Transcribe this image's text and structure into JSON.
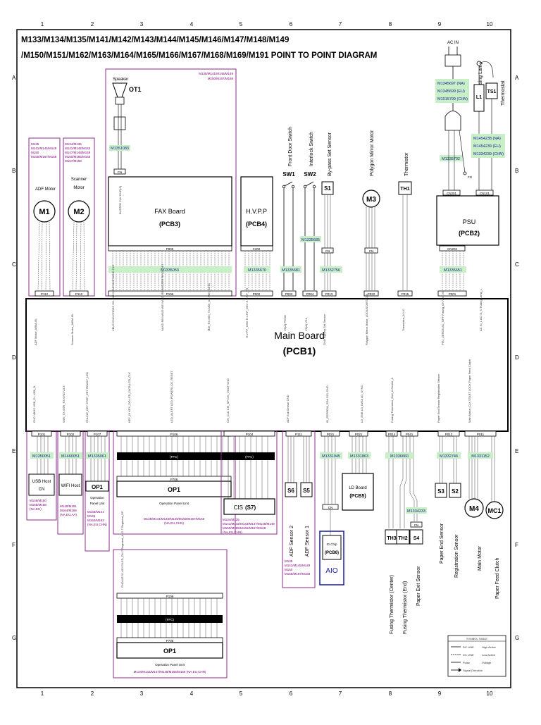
{
  "title": {
    "line1": "M133/M134/M135/M141/M142/M143/M144/M145/M146/M147/M148/M149",
    "line2": "/M150/M151/M162/M163/M164/M165/M166/M167/M168/M169/M191 POINT TO POINT DIAGRAM"
  },
  "grid": {
    "cols": [
      "1",
      "2",
      "3",
      "4",
      "5",
      "6",
      "7",
      "8",
      "9",
      "10"
    ],
    "rows": [
      "A",
      "B",
      "C",
      "D",
      "E",
      "F",
      "G"
    ]
  },
  "colors": {
    "border": "#000000",
    "model_box": "#8b2d8b",
    "part_highlight": "#c8f0c8",
    "aio_box": "#1a1aa8"
  },
  "top": {
    "speaker": {
      "label": "Speaker",
      "ref": "OT1",
      "part": "M1351083",
      "cn": "CN"
    },
    "fax_models": "M135/M141/M145/M149\nM150/M167/M168",
    "fax_board": {
      "title": "FAX Board",
      "ref": "(PCB3)",
      "conn_top": "P805",
      "conn_bot": "P106",
      "part": "M1335053"
    },
    "adf_models": "M135\nM141/M145/M149\nM150\nM155/M167/M168",
    "adf_motor": {
      "label": "ADF Motor",
      "ref": "M1",
      "conn": "P112"
    },
    "scanner_models": "M134/M135\nM141/M142/M143\nM147/M148/M149\nM150/M165/M166\nM167/M168",
    "scanner_motor": {
      "label1": "Scanner",
      "label2": "Motor",
      "ref": "M2",
      "conn": "P110"
    },
    "hvpp": {
      "title": "H.V.P.P",
      "ref": "(PCB4)",
      "conn_top": "C202",
      "conn_bot": "P002",
      "part": "M1335670"
    },
    "sw1": {
      "label": "Front Door Switch",
      "ref": "SW1",
      "conn": "P003",
      "part": "M1335681"
    },
    "sw2": {
      "label": "Interlock Switch",
      "ref": "SW2",
      "conn": "P004",
      "part": "M1335685"
    },
    "s1": {
      "label": "By-pass Set Sensor",
      "ref": "S1",
      "conn": "P013",
      "part": "M1332756",
      "cn": "CN"
    },
    "m3": {
      "label": "Polygon Mirror Motor",
      "ref": "M3",
      "conn": "P022",
      "cn": "CN"
    },
    "th1": {
      "label": "Thermistor",
      "ref": "TH1",
      "conn": "P015"
    },
    "acin": {
      "label": "AC IN",
      "parts": [
        "M1345697 (NA)",
        "M1345699 (EU)",
        "M1015799 (CHN)"
      ],
      "part2": "M1335702",
      "fg": "FG"
    },
    "lamp": {
      "label": "Fusing Lamp",
      "ref": "L1",
      "parts": [
        "M1454238 (NA)",
        "M1454239 (EU)",
        "M1334239 (CHN)"
      ]
    },
    "thermostat": {
      "label": "Thermostat",
      "ref": "TS1"
    },
    "psu": {
      "title": "PSU",
      "ref": "(PCB2)",
      "cn_top1": "CN201",
      "cn_top2": "CN101",
      "cn_bot": "CN202",
      "conn": "P001",
      "part": "M1335651"
    }
  },
  "main_board": {
    "title": "Main Board",
    "ref": "(PCB1)"
  },
  "bottom": {
    "usb": {
      "conn": "P101",
      "part": "M1350051",
      "label1": "USB Host",
      "label2": "CN",
      "models": "M148/M150\nM165/M168\n(NA,EU)"
    },
    "wifi": {
      "conn": "P102",
      "part": "M1460051",
      "label": "WIFI Host",
      "models": "M140/M151\nM164/M169\n(NA,EU,AA)"
    },
    "op1_small": {
      "conn": "P107",
      "part": "M1335061",
      "ref": "OP1",
      "label1": "Operation",
      "label2": "Panel Unit",
      "models": "M133/M144\nM145\nM162/M163\n(NA,EU,CHN)"
    },
    "op_panel": {
      "conn": "P106",
      "ffc": "(FFC)",
      "conn2": "P706",
      "ref": "OP1",
      "label": "Operation Panel Unit",
      "models": "M135/M141/M145/M149/M150/M167/M168\n(NA,EU,CHN)"
    },
    "cis": {
      "conn": "P104",
      "ffc": "(FFC)",
      "label": "CIS",
      "ref": "(S7)",
      "models": "M134/M135\nM141/M142/M143/M147/M148/M149\nM150/M165/M166/M167/M168\n(NA,EU,CHN)"
    },
    "adf_sensors": {
      "conn": "P111",
      "s6": "S6",
      "s5": "S5",
      "label6": "ADF Sensor 2",
      "label5": "ADF Sensor 1",
      "models": "M135\nM141/M145/M149\nM150\nM155/M167/M168"
    },
    "id_chip": {
      "conn": "P031",
      "part": "M1331045",
      "cn": "CN",
      "label": "ID Chip",
      "ref": "(PCB6)",
      "aio": "AIO"
    },
    "ld_board": {
      "conn": "P021",
      "part": "M1331863",
      "label": "LD Board",
      "ref": "(PCB5)"
    },
    "fusing": {
      "conn1": "P014",
      "conn2": "P041",
      "part": "M1336660",
      "part2": "M1334233",
      "th3": "TH3",
      "th2": "TH2",
      "s4": "S4",
      "label_th3": "Fusing Thermistor (Center)",
      "label_th2": "Fusing Thermistor (End)",
      "label_s4": "Paper Exit Sensor",
      "cn": "CN"
    },
    "paper_sensors": {
      "conn": "P012",
      "part": "M1332746",
      "s3": "S3",
      "s2": "S2",
      "label_s3": "Paper End Sensor",
      "label_s2": "Registration Sensor"
    },
    "motor": {
      "conn": "P011",
      "part": "M1331152",
      "m4": "M4",
      "mc1": "MC1",
      "label_m4": "Main Motor",
      "label_mc1": "Paper Feed Clutch"
    },
    "op_bottom": {
      "conn": "P106",
      "ffc": "(FFC)",
      "conn2": "P706",
      "ref": "OP1",
      "label": "Operation Panel Unit",
      "models": "M134/M142/M147/M148/M165/M166 (NA,EU,CHN)"
    }
  },
  "legend": {
    "title": "SYMBOL TABLE",
    "rows": [
      {
        "sym": "DC LINE",
        "desc": "High Active"
      },
      {
        "sym": "DC LINE",
        "desc": "Low Active"
      },
      {
        "sym": "Pulse",
        "desc": "Voltage"
      },
      {
        "sym": "Signal Direction",
        "desc": ""
      }
    ]
  }
}
